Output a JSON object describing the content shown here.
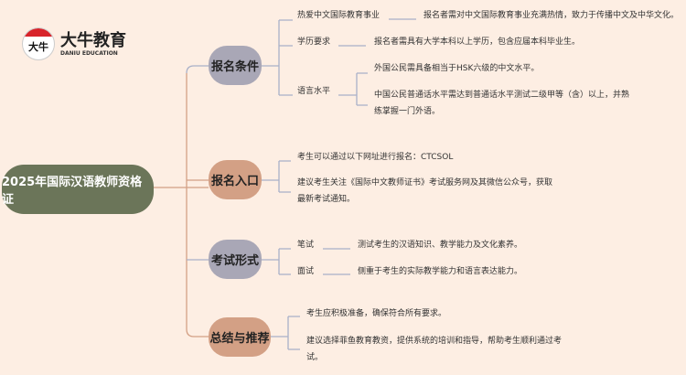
{
  "logo": {
    "mark": "大牛",
    "name": "大牛教育",
    "subtitle": "DANIU EDUCATION"
  },
  "root": "2025年国际汉语教师资格证",
  "colors": {
    "background": "#fdeee3",
    "root": "#6b7559",
    "grey_node": "#a9a7b6",
    "tan_node": "#d3a085"
  },
  "branches": [
    {
      "label": "报名条件",
      "items": [
        {
          "label": "热爱中文国际教育事业",
          "detail": "报名者需对中文国际教育事业充满热情，致力于传播中文及中华文化。"
        },
        {
          "label": "学历要求",
          "detail": "报名者需具有大学本科以上学历，包含应届本科毕业生。"
        },
        {
          "label": "语言水平",
          "details": [
            "外国公民需具备相当于HSK六级的中文水平。",
            "中国公民普通话水平需达到普通话水平测试二级甲等（含）以上，并熟",
            "练掌握一门外语。"
          ]
        }
      ]
    },
    {
      "label": "报名入口",
      "items": [
        "考生可以通过以下网址进行报名：CTCSOL",
        "建议考生关注《国际中文教师证书》考试服务网及其微信公众号，获取",
        "最新考试通知。"
      ]
    },
    {
      "label": "考试形式",
      "items": [
        {
          "label": "笔试",
          "detail": "测试考生的汉语知识、教学能力及文化素养。"
        },
        {
          "label": "面试",
          "detail": "侧重于考生的实际教学能力和语言表达能力。"
        }
      ]
    },
    {
      "label": "总结与推荐",
      "items": [
        "考生应积极准备，确保符合所有要求。",
        "建议选择菲鱼教育教资，提供系统的培训和指导，帮助考生顺利通过考",
        "试。"
      ]
    }
  ]
}
